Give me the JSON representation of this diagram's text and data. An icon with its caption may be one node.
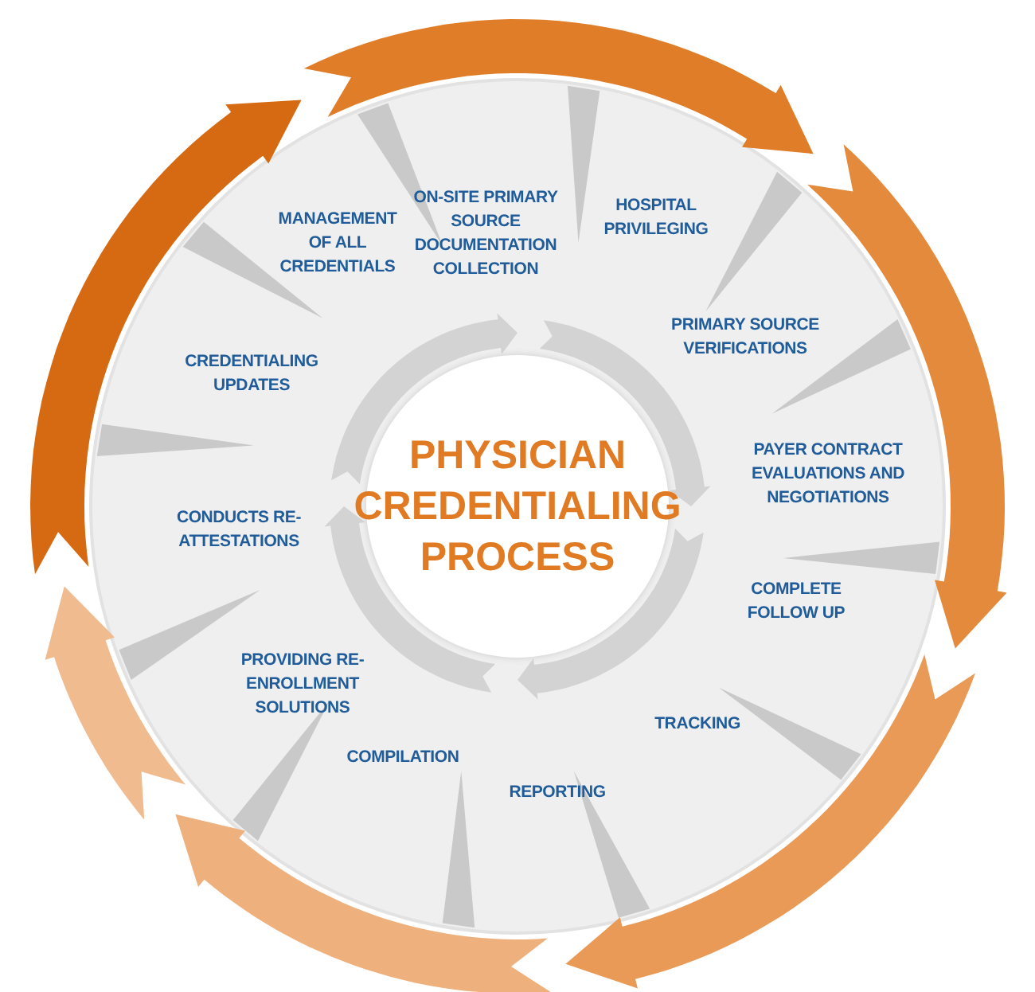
{
  "diagram": {
    "nodes": [
      {
        "text": [
          "PHYSICIAN CREDENTIALING PROCESS"
        ]
      },
      {
        "text": [
          "ON-SITE PRIMARY SOURCE DOCUMENTATION COLLECTION"
        ]
      },
      {
        "text": [
          "HOSPITAL PRIVILEGING"
        ]
      },
      {
        "text": [
          "PRIMARY SOURCE VERIFICATIONS"
        ]
      },
      {
        "text": [
          "PAYER CONTRACT EVALUATIONS AND NEGOTIATIONS"
        ]
      },
      {
        "text": [
          "COMPLETE FOLLOW UP"
        ]
      },
      {
        "text": [
          "TRACKING"
        ]
      },
      {
        "text": [
          "REPORTING"
        ]
      },
      {
        "text": [
          "COMPILATION"
        ]
      },
      {
        "text": [
          "PROVIDING RE-ENROLLMENT SOLUTIONS"
        ]
      },
      {
        "text": [
          "CONDUCTS RE-ATTESTATIONS"
        ]
      },
      {
        "text": [
          "CREDENTIALING UPDATES"
        ]
      },
      {
        "text": [
          "MANAGEMENT OF ALL CREDENTIALS"
        ]
      }
    ]
  }
}
